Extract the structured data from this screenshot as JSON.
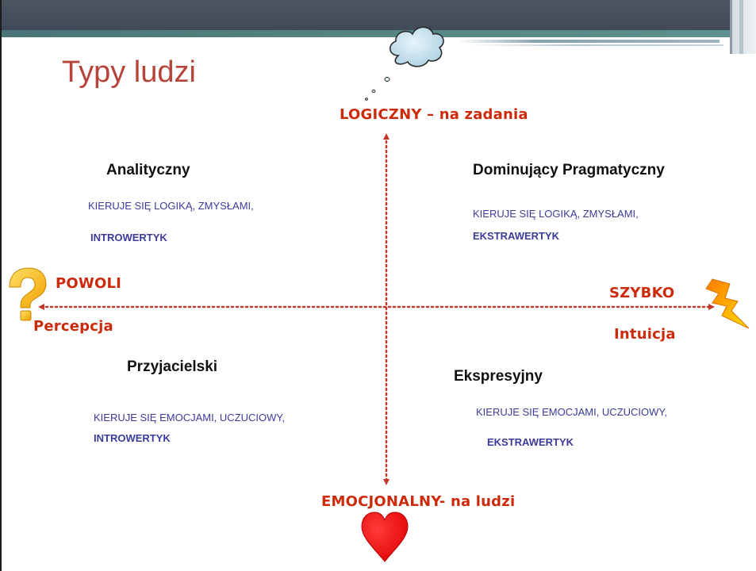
{
  "slide": {
    "title": "Typy ludzi"
  },
  "axes": {
    "top": "LOGICZNY – na zadania",
    "bottom": "EMOCJONALNY- na ludzi",
    "left_top": "POWOLI",
    "left_bottom": "Percepcja",
    "right_top": "SZYBKO",
    "right_bottom": "Intuicja"
  },
  "quadrants": {
    "top_left": {
      "title": "Analityczny",
      "line1": "KIERUJE SIĘ LOGIKĄ, ZMYSŁAMI,",
      "line2": "INTROWERTYK"
    },
    "top_right": {
      "title": "Dominujący Pragmatyczny",
      "line1": "KIERUJE SIĘ LOGIKĄ, ZMYSŁAMI,",
      "line2": "EKSTRAWERTYK"
    },
    "bottom_left": {
      "title": "Przyjacielski",
      "line1": "KIERUJE SIĘ EMOCJAMI, UCZUCIOWY,",
      "line2": "INTROWERTYK"
    },
    "bottom_right": {
      "title": "Ekspresyjny",
      "line1": "KIERUJE SIĘ EMOCJAMI, UCZUCIOWY,",
      "line2": "EKSTRAWERTYK"
    }
  },
  "icons": {
    "top": "thought-cloud-icon",
    "left": "question-mark-icon",
    "right": "lightning-bolt-icon",
    "bottom": "heart-icon"
  },
  "colors": {
    "title": "#b7443a",
    "axis_text": "#cc2a0a",
    "axis_line": "#c0392b",
    "body_text": "#3b3b9a",
    "header": "#444d5b",
    "accent": "#53827f"
  }
}
